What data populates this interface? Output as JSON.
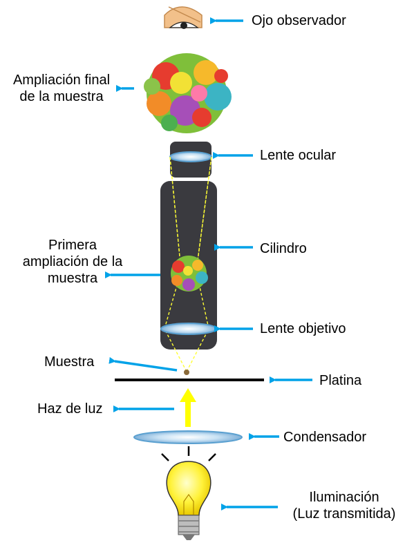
{
  "labels": {
    "eye": "Ojo observador",
    "final_magnification": [
      "Ampliación final",
      "de la muestra"
    ],
    "eyepiece": "Lente ocular",
    "tube": "Cilindro",
    "first_magnification": [
      "Primera",
      "ampliación de la",
      "muestra"
    ],
    "objective": "Lente objetivo",
    "specimen": "Muestra",
    "stage": "Platina",
    "light_beam": "Haz de luz",
    "condenser": "Condensador",
    "illumination": [
      "Iluminación",
      "(Luz transmitida)"
    ]
  },
  "colors": {
    "arrow": "#00a2e8",
    "body": "#3a3a3f",
    "lens": "#b8d6ee",
    "light": "#ffff00",
    "bulb": "#ffee33"
  }
}
